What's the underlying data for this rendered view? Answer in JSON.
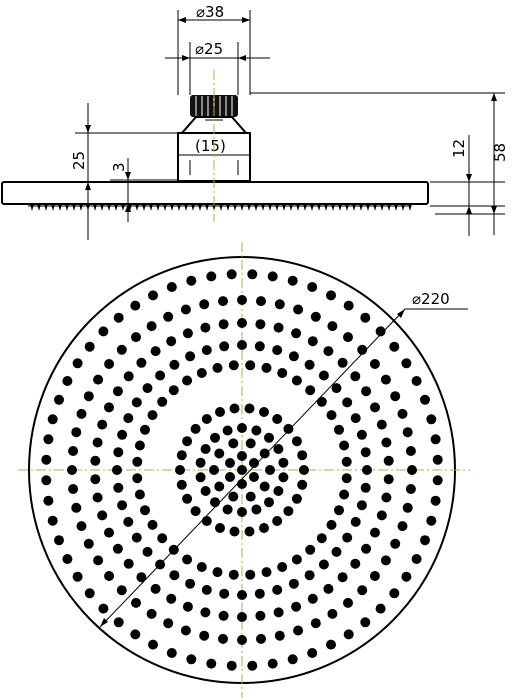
{
  "dimensions": {
    "outer_diameter": "38",
    "inner_diameter": "25",
    "nut_height": "(15)",
    "arm_height": "25",
    "plate_thickness": "3",
    "nozzle_height": "12",
    "total_height": "58",
    "face_diameter": "220"
  },
  "symbols": {
    "diameter": "⌀"
  },
  "colors": {
    "line": "#000000",
    "centerline": "#c8a050",
    "background": "#ffffff"
  }
}
